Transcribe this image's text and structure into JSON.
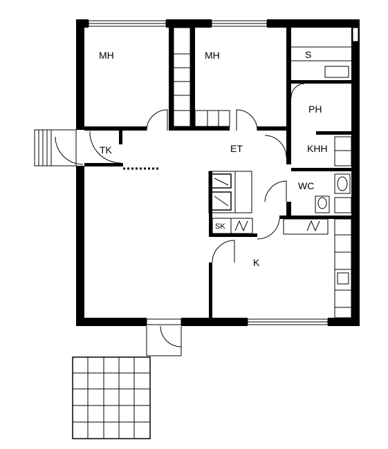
{
  "rooms": {
    "mh1": "MH",
    "mh2": "MH",
    "s": "S",
    "ph": "PH",
    "tk": "TK",
    "et": "ET",
    "khh": "KHH",
    "wc": "WC",
    "sk": "SK",
    "k": "K"
  },
  "colors": {
    "line": "#000000",
    "background": "#ffffff"
  }
}
